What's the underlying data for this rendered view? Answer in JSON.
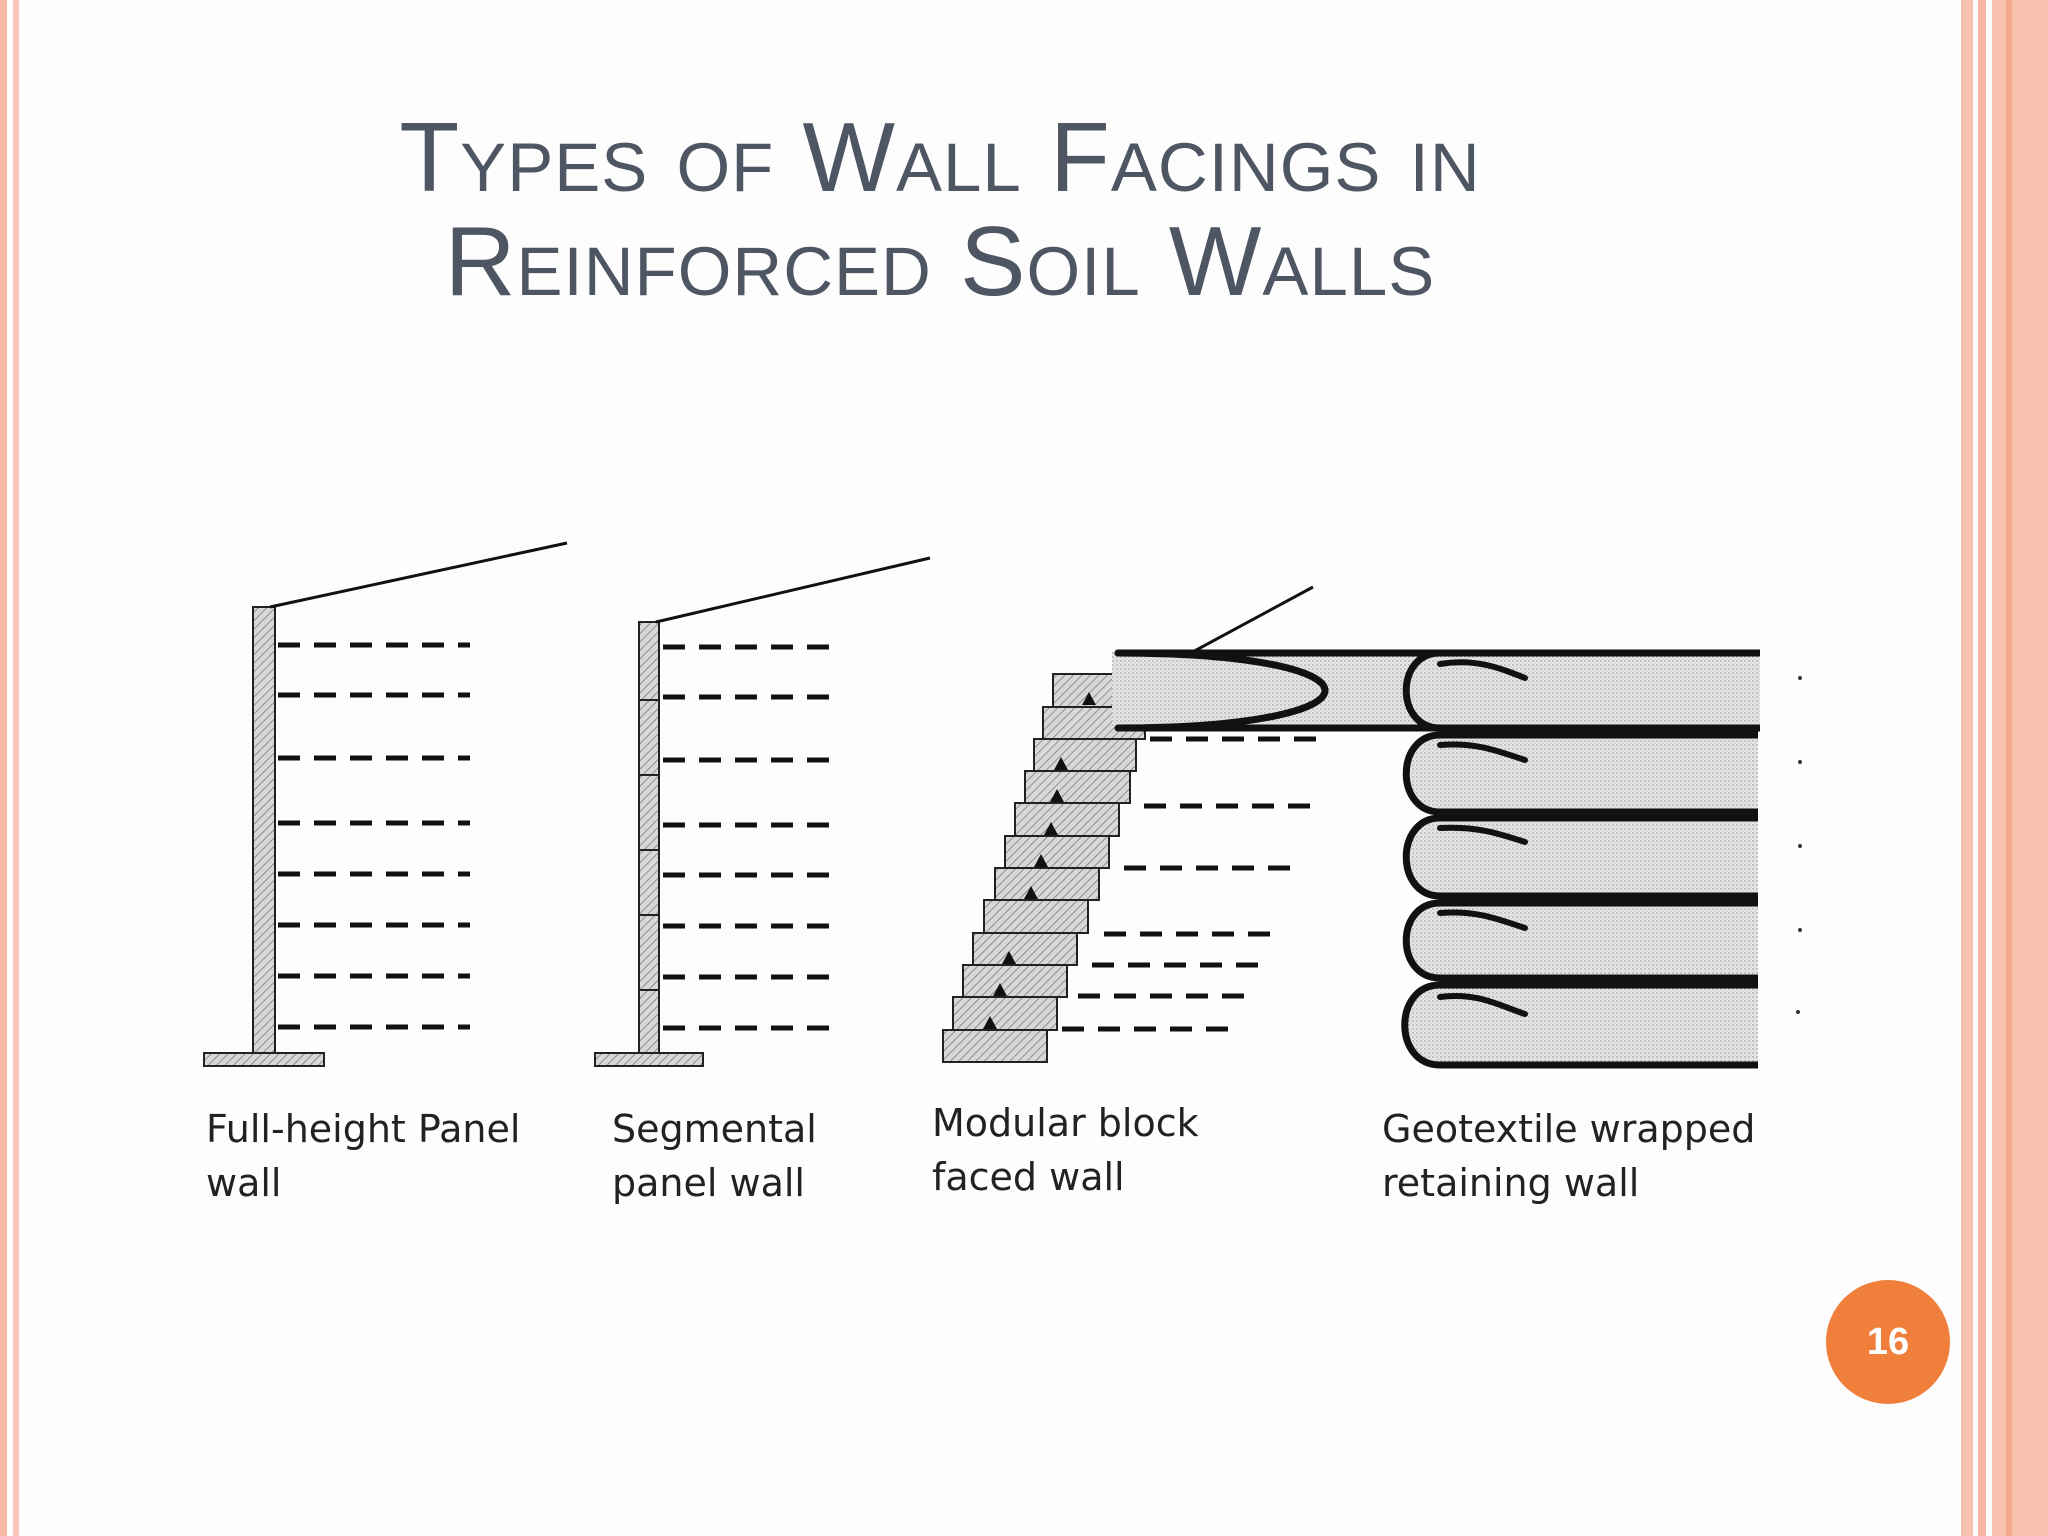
{
  "slide": {
    "title": "Types of Wall Facings in Reinforced Soil Walls",
    "page_number": "16"
  },
  "walls": [
    {
      "line1": "Full-height Panel",
      "line2": "wall"
    },
    {
      "line1": "Segmental",
      "line2": "panel wall"
    },
    {
      "line1": "Modular block",
      "line2": "faced wall"
    },
    {
      "line1": "Geotextile wrapped",
      "line2": "retaining wall"
    }
  ]
}
